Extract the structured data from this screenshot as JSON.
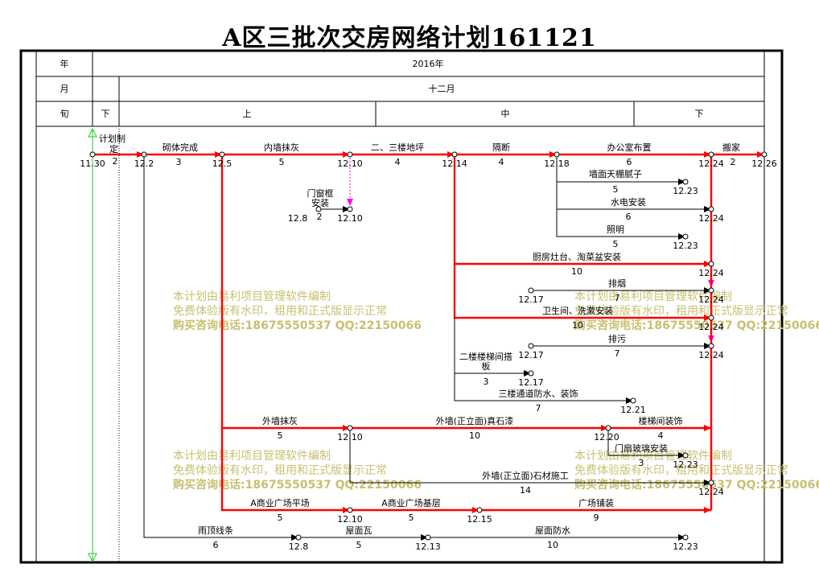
{
  "title": "A区三批次交房网络计划161121",
  "header": {
    "row_labels": {
      "year": "年",
      "month": "月",
      "ten_day": "旬"
    },
    "year": "2016年",
    "month": "十二月",
    "prev_period": "下",
    "periods": [
      "上",
      "中",
      "下"
    ]
  },
  "timeline_label": "计划制定",
  "colors": {
    "critical": "#ff0000",
    "normal": "#000000",
    "dummy": "#ff00ff",
    "timeline": "#22cc22",
    "watermark": "#c8c070"
  },
  "watermark": {
    "line1": "本计划由易利项目管理软件编制",
    "line2": "免费体验版有水印，租用和正式版显示正常",
    "line3": "购买咨询电话:18675550537 QQ:22150066"
  },
  "nodes": [
    {
      "id": "n1",
      "date": "11.30"
    },
    {
      "id": "n2",
      "date": "12.2"
    },
    {
      "id": "n3",
      "date": "12.5"
    },
    {
      "id": "n4",
      "date": "12.10"
    },
    {
      "id": "n5",
      "date": "12.14"
    },
    {
      "id": "n6",
      "date": "12.18"
    },
    {
      "id": "n7",
      "date": "12.24"
    },
    {
      "id": "n8",
      "date": "12.26"
    },
    {
      "id": "n9",
      "date": "12.8"
    },
    {
      "id": "n10",
      "date": "12.10"
    },
    {
      "id": "n11",
      "date": "12.23"
    },
    {
      "id": "n12",
      "date": "12.24"
    },
    {
      "id": "n13",
      "date": "12.23"
    },
    {
      "id": "n14",
      "date": "12.24"
    },
    {
      "id": "n15",
      "date": "12.17"
    },
    {
      "id": "n16",
      "date": "12.24"
    },
    {
      "id": "n17",
      "date": "12.24"
    },
    {
      "id": "n18",
      "date": "12.17"
    },
    {
      "id": "n19",
      "date": "12.24"
    },
    {
      "id": "n20",
      "date": "12.17"
    },
    {
      "id": "n21",
      "date": "12.21"
    },
    {
      "id": "n22",
      "date": "12.10"
    },
    {
      "id": "n23",
      "date": "12.20"
    },
    {
      "id": "n24",
      "date": "12.23"
    },
    {
      "id": "n25",
      "date": "12.24"
    },
    {
      "id": "n26",
      "date": "12.10"
    },
    {
      "id": "n27",
      "date": "12.15"
    },
    {
      "id": "n28",
      "date": "12.8"
    },
    {
      "id": "n29",
      "date": "12.13"
    },
    {
      "id": "n30",
      "date": "12.23"
    }
  ],
  "activities": [
    {
      "name": "",
      "duration": "2",
      "critical": true
    },
    {
      "name": "砌体完成",
      "duration": "3",
      "critical": true
    },
    {
      "name": "内墙抹灰",
      "duration": "5",
      "critical": true
    },
    {
      "name": "二、三楼地坪",
      "duration": "4",
      "critical": true
    },
    {
      "name": "隔断",
      "duration": "4",
      "critical": true
    },
    {
      "name": "办公室布置",
      "duration": "6",
      "critical": true
    },
    {
      "name": "搬家",
      "duration": "2",
      "critical": true
    },
    {
      "name": "门窗框安装",
      "duration": "2",
      "critical": false
    },
    {
      "name": "墙面天棚腻子",
      "duration": "5",
      "critical": false
    },
    {
      "name": "水电安装",
      "duration": "6",
      "critical": false
    },
    {
      "name": "照明",
      "duration": "5",
      "critical": false
    },
    {
      "name": "厨房灶台、淘菜盆安装",
      "duration": "10",
      "critical": true
    },
    {
      "name": "排烟",
      "duration": "7",
      "critical": false
    },
    {
      "name": "卫生间、洗漱安装",
      "duration": "10",
      "critical": true
    },
    {
      "name": "排污",
      "duration": "7",
      "critical": false
    },
    {
      "name": "二楼楼梯间搭板",
      "duration": "3",
      "critical": false
    },
    {
      "name": "三楼通道防水、装饰",
      "duration": "7",
      "critical": false
    },
    {
      "name": "外墙抹灰",
      "duration": "5",
      "critical": true
    },
    {
      "name": "外墙(正立面)真石漆",
      "duration": "10",
      "critical": true
    },
    {
      "name": "楼梯间装饰",
      "duration": "4",
      "critical": true
    },
    {
      "name": "门扇玻璃安装",
      "duration": "3",
      "critical": false
    },
    {
      "name": "外墙(正立面)石材施工",
      "duration": "14",
      "critical": false
    },
    {
      "name": "A商业广场平场",
      "duration": "5",
      "critical": true
    },
    {
      "name": "A商业广场基层",
      "duration": "5",
      "critical": true
    },
    {
      "name": "广场铺装",
      "duration": "9",
      "critical": true
    },
    {
      "name": "雨顶线条",
      "duration": "6",
      "critical": false
    },
    {
      "name": "屋面瓦",
      "duration": "5",
      "critical": false
    },
    {
      "name": "屋面防水",
      "duration": "10",
      "critical": false
    }
  ]
}
